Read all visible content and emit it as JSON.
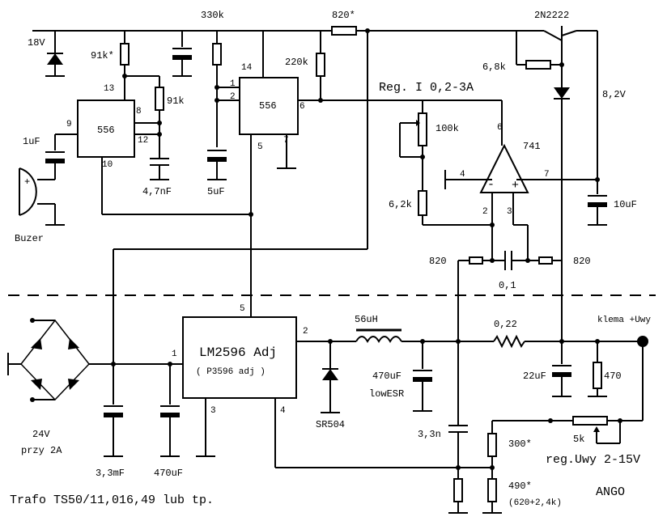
{
  "labels": {
    "v18": "18V",
    "r91k_star": "91k*",
    "r330k": "330k",
    "r820_star": "820*",
    "t2n2222": "2N2222",
    "r220k": "220k",
    "r6k8": "6,8k",
    "v8v2": "8,2V",
    "r91k": "91k",
    "pin13": "13",
    "pin14": "14",
    "pin1": "1",
    "pin2": "2",
    "pin6": "6",
    "ic556a": "556",
    "ic556b": "556",
    "pin8": "8",
    "pin9": "9",
    "pin12": "12",
    "pin10": "10",
    "pin5a": "5",
    "pin7a": "7",
    "c1uf": "1uF",
    "c47nf": "4,7nF",
    "c5uf": "5uF",
    "buzer": "Buzer",
    "reg_i": "Reg. I 0,2-3A",
    "r100k": "100k",
    "op741": "741",
    "op_pin6": "6",
    "op_pin4": "4",
    "op_pin7": "7",
    "op_pin2": "2",
    "op_pin3": "3",
    "r6k2": "6,2k",
    "c10uf": "10uF",
    "r820a": "820",
    "r820b": "820",
    "c01": "0,1",
    "lm_pin5": "5",
    "lm_name": "LM2596 Adj",
    "lm_sub": "( P3596 adj )",
    "lm_pin1": "1",
    "lm_pin2": "2",
    "lm_pin3": "3",
    "lm_pin4": "4",
    "l56uh": "56uH",
    "r022": "0,22",
    "klema": "klema +Uwy",
    "c470uf_a": "470uF",
    "lowesr": "lowESR",
    "sr504": "SR504",
    "c22uf": "22uF",
    "r470": "470",
    "v24": "24V",
    "przy2a": "przy 2A",
    "c33mf": "3,3mF",
    "c470uf_b": "470uF",
    "c33n": "3,3n",
    "r300": "300*",
    "r5k": "5k",
    "reg_uwy": "reg.Uwy 2-15V",
    "r490": "490*",
    "r490sub": "(620+2,4k)",
    "trafo": "Trafo TS50/11,016,49 lub tp.",
    "ango": "ANGO"
  }
}
